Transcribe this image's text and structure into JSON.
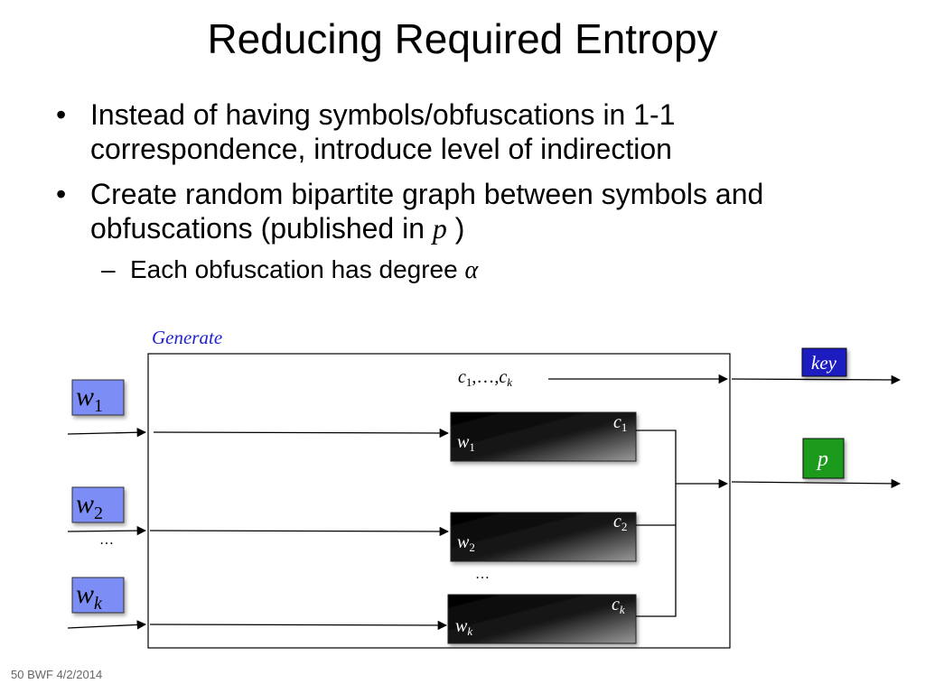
{
  "title": "Reducing Required Entropy",
  "bullets": {
    "b1": "Instead of having symbols/obfuscations in 1-1 correspondence, introduce level of indirection",
    "b2_text": "Create random bipartite graph between symbols and obfuscations (published in ",
    "b2_var": "p",
    "b2_end": " )",
    "sub_text": "Each obfuscation has degree ",
    "sub_var": "α"
  },
  "diagram": {
    "generate_label": "Generate",
    "inputs": [
      {
        "base": "w",
        "sub": "1"
      },
      {
        "base": "w",
        "sub": "2"
      },
      {
        "base": "w",
        "sub": "k"
      }
    ],
    "blocks": [
      {
        "top_base": "c",
        "top_sub": "1",
        "bot_base": "w",
        "bot_sub": "1"
      },
      {
        "top_base": "c",
        "top_sub": "2",
        "bot_base": "w",
        "bot_sub": "2"
      },
      {
        "top_base": "c",
        "top_sub": "k",
        "bot_base": "w",
        "bot_sub": "k"
      }
    ],
    "c_seq": {
      "c1": "c",
      "s1": "1",
      "mid": ",…,",
      "c2": "c",
      "s2": "k"
    },
    "input_ellipsis": "…",
    "block_ellipsis": "…",
    "key_label": "key",
    "p_label": "p",
    "colors": {
      "input_fill": "#7b8ef5",
      "key_fill": "#1f1fc0",
      "p_fill": "#1f9a1f",
      "generate_text": "#2222cc"
    }
  },
  "footer": "50 BWF 4/2/2014"
}
